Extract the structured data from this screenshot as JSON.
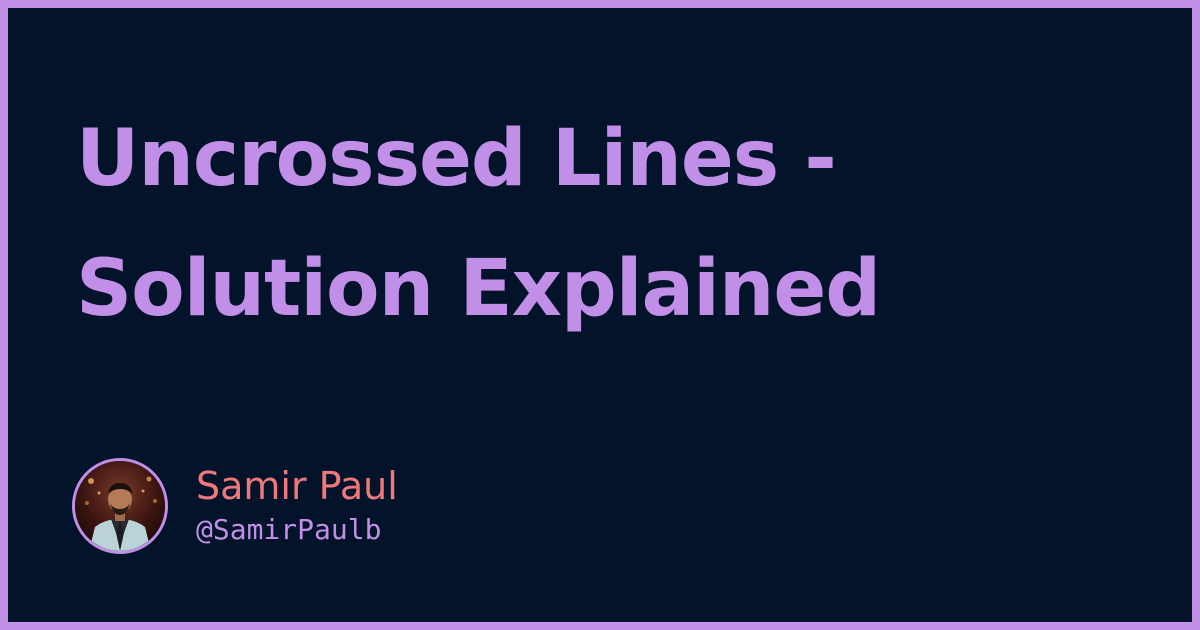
{
  "title": {
    "line1": "Uncrossed Lines -",
    "line2": "Solution Explained"
  },
  "author": {
    "name": "Samir Paul",
    "handle": "@SamirPaulb"
  },
  "colors": {
    "frame": "#c28fe8",
    "background": "#03132a",
    "title": "#c28fe8",
    "name": "#f0777b",
    "handle": "#c28fe8"
  }
}
